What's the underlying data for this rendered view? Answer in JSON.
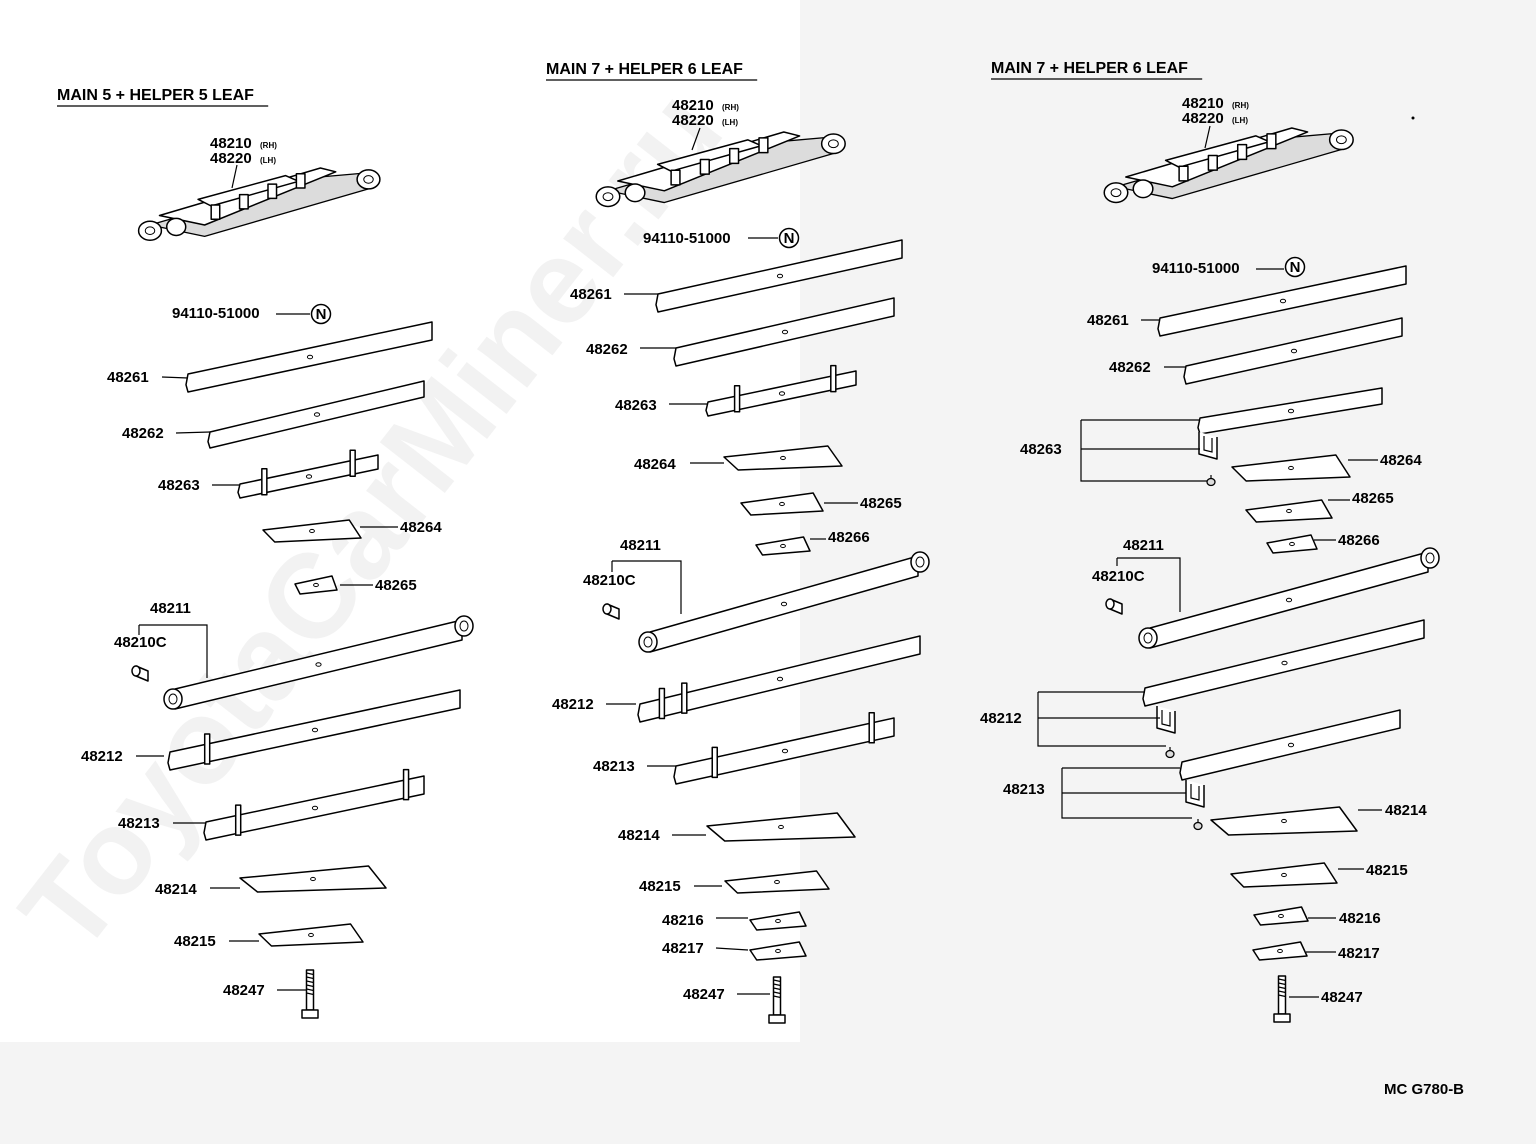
{
  "watermark": "ToyotaCarMiner.ru",
  "diagram_code": "MC G780-B",
  "columns": [
    {
      "heading": "MAIN 5 + HELPER 5 LEAF",
      "assembly": {
        "part_rh": "48210",
        "side_rh": "(RH)",
        "part_lh": "48220",
        "side_lh": "(LH)"
      },
      "callouts": [
        "94110-51000",
        "N",
        "48261",
        "48262",
        "48263",
        "48264",
        "48265",
        "48211",
        "48210C",
        "48212",
        "48213",
        "48214",
        "48215",
        "48247"
      ]
    },
    {
      "heading": "MAIN 7 + HELPER 6 LEAF",
      "assembly": {
        "part_rh": "48210",
        "side_rh": "(RH)",
        "part_lh": "48220",
        "side_lh": "(LH)"
      },
      "callouts": [
        "94110-51000",
        "N",
        "48261",
        "48262",
        "48263",
        "48264",
        "48265",
        "48266",
        "48211",
        "48210C",
        "48212",
        "48213",
        "48214",
        "48215",
        "48216",
        "48217",
        "48247"
      ]
    },
    {
      "heading": "MAIN 7 + HELPER 6 LEAF",
      "assembly": {
        "part_rh": "48210",
        "side_rh": "(RH)",
        "part_lh": "48220",
        "side_lh": "(LH)"
      },
      "callouts": [
        "94110-51000",
        "N",
        "48261",
        "48262",
        "48263",
        "48264",
        "48265",
        "48266",
        "48211",
        "48210C",
        "48212",
        "48213",
        "48214",
        "48215",
        "48216",
        "48217",
        "48247"
      ]
    }
  ]
}
